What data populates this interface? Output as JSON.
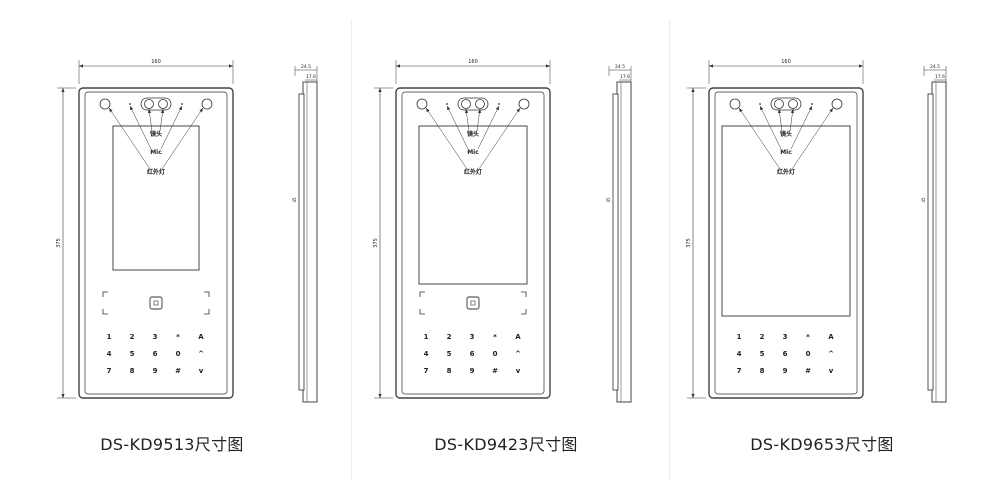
{
  "captions": [
    "DS-KD9513尺寸图",
    "DS-KD9423尺寸图",
    "DS-KD9653尺寸图"
  ],
  "dimensions": {
    "width": "160",
    "height": "375",
    "depth": "24.5",
    "depth_inner": "17.6",
    "mid_mark": "45"
  },
  "callouts": {
    "lens": "镜头",
    "mic": "Mic",
    "ir_lamp": "红外灯"
  },
  "keypad": {
    "rows": [
      [
        "1",
        "2",
        "3",
        "*",
        "A"
      ],
      [
        "4",
        "5",
        "6",
        "0",
        "^"
      ],
      [
        "7",
        "8",
        "9",
        "#",
        "v"
      ]
    ]
  },
  "colors": {
    "line": "#333333",
    "bezel": "#444444",
    "divider": "#ececec"
  }
}
